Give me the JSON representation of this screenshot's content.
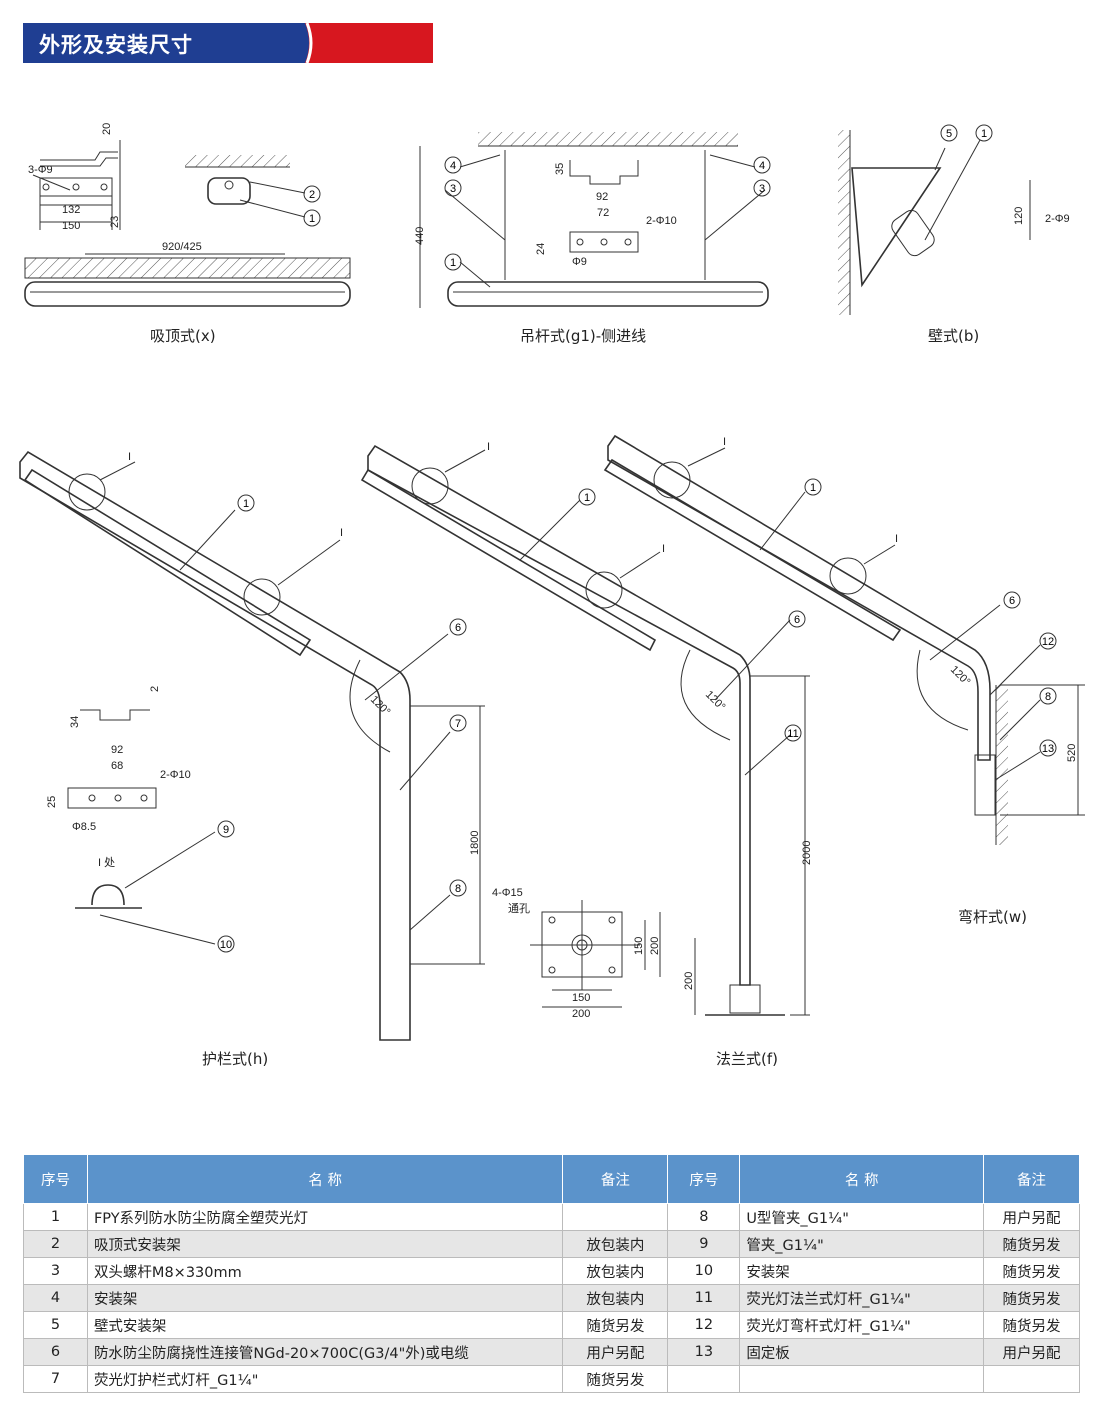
{
  "header": {
    "title": "外形及安装尺寸"
  },
  "captions": {
    "ceiling": "吸顶式(x)",
    "pendant": "吊杆式(g1)-侧进线",
    "wall": "壁式(b)",
    "guardrail": "护栏式(h)",
    "flange": "法兰式(f)",
    "bent": "弯杆式(w)"
  },
  "dims": {
    "d20": "20",
    "d3phi9": "3-Φ9",
    "d132": "132",
    "d150": "150",
    "d23": "23",
    "d920": "920/425",
    "d440": "440",
    "d35": "35",
    "d92": "92",
    "d72": "72",
    "d2phi10": "2-Φ10",
    "d24": "24",
    "dphi9": "Φ9",
    "d120": "120",
    "d2phi9": "2-Φ9",
    "d2": "2",
    "d34": "34",
    "d92b": "92",
    "d68": "68",
    "d2phi10b": "2-Φ10",
    "d25": "25",
    "dphi85": "Φ8.5",
    "i_loc": "I 处",
    "d1800": "1800",
    "d2000": "2000",
    "d520": "520",
    "d4phi15": "4-Φ15",
    "through": "通孔",
    "d150b": "150",
    "d200": "200",
    "d150c": "150",
    "d200b": "200",
    "d200c": "200",
    "angle1": "120°",
    "angle2": "120°",
    "angle3": "120°",
    "I": "I"
  },
  "callouts": {
    "n1": "1",
    "n2": "2",
    "n3": "3",
    "n4": "4",
    "n5": "5",
    "n6": "6",
    "n7": "7",
    "n8": "8",
    "n9": "9",
    "n10": "10",
    "n11": "11",
    "n12": "12",
    "n13": "13"
  },
  "table": {
    "headers": {
      "no": "序号",
      "name": "名 称",
      "note": "备注"
    },
    "left": [
      {
        "no": "1",
        "name": "FPY系列防水防尘防腐全塑荧光灯",
        "note": ""
      },
      {
        "no": "2",
        "name": "吸顶式安装架",
        "note": "放包装内"
      },
      {
        "no": "3",
        "name": "双头螺杆M8×330mm",
        "note": "放包装内"
      },
      {
        "no": "4",
        "name": "安装架",
        "note": "放包装内"
      },
      {
        "no": "5",
        "name": "壁式安装架",
        "note": "随货另发"
      },
      {
        "no": "6",
        "name": "防水防尘防腐挠性连接管NGd-20×700C(G3/4\"外)或电缆",
        "note": "用户另配"
      },
      {
        "no": "7",
        "name": "荧光灯护栏式灯杆_G1¼\"",
        "note": "随货另发"
      }
    ],
    "right": [
      {
        "no": "8",
        "name": "U型管夹_G1¼\"",
        "note": "用户另配"
      },
      {
        "no": "9",
        "name": "管夹_G1¼\"",
        "note": "随货另发"
      },
      {
        "no": "10",
        "name": "安装架",
        "note": "随货另发"
      },
      {
        "no": "11",
        "name": "荧光灯法兰式灯杆_G1¼\"",
        "note": "随货另发"
      },
      {
        "no": "12",
        "name": "荧光灯弯杆式灯杆_G1¼\"",
        "note": "随货另发"
      },
      {
        "no": "13",
        "name": "固定板",
        "note": "用户另配"
      },
      {
        "no": "",
        "name": "",
        "note": ""
      }
    ]
  }
}
